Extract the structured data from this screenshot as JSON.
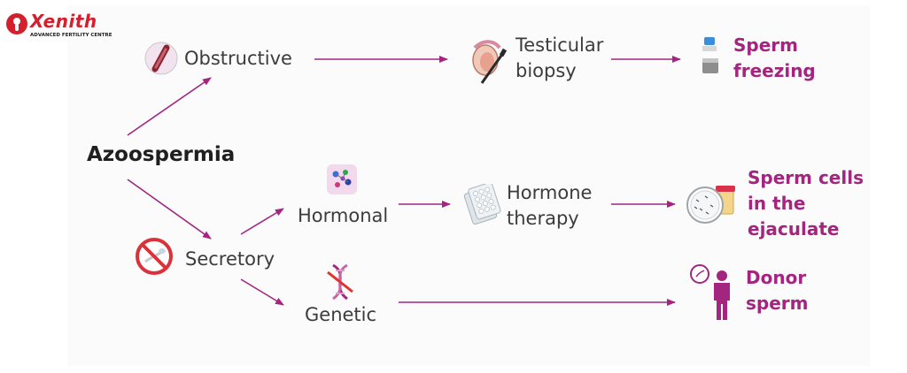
{
  "brand": {
    "name": "Xenith",
    "tagline": "ADVANCED FERTILITY CENTRE",
    "color": "#d4202d"
  },
  "root": {
    "label": "Azoospermia"
  },
  "causes": {
    "obstructive": "Obstructive",
    "secretory": "Secretory",
    "hormonal": "Hormonal",
    "genetic": "Genetic"
  },
  "procedures": {
    "testicular_biopsy": [
      "Testicular",
      "biopsy"
    ],
    "hormone_therapy": [
      "Hormone",
      "therapy"
    ]
  },
  "outcomes": {
    "sperm_freezing": [
      "Sperm",
      "freezing"
    ],
    "sperm_in_ejaculate": [
      "Sperm cells",
      "in the",
      "ejaculate"
    ],
    "donor_sperm": [
      "Donor",
      "sperm"
    ]
  },
  "colors": {
    "arrow": "#a3257f",
    "outcome_text": "#a3257f",
    "label_text": "#3c3c3c"
  },
  "icons": [
    "brand-logo-icon",
    "vas-deferens-icon",
    "testicular-biopsy-icon",
    "freezing-vial-icon",
    "hormone-molecules-icon",
    "pill-blister-icon",
    "petri-dish-icon",
    "no-sperm-icon",
    "crossed-dna-icon",
    "donor-person-icon"
  ]
}
